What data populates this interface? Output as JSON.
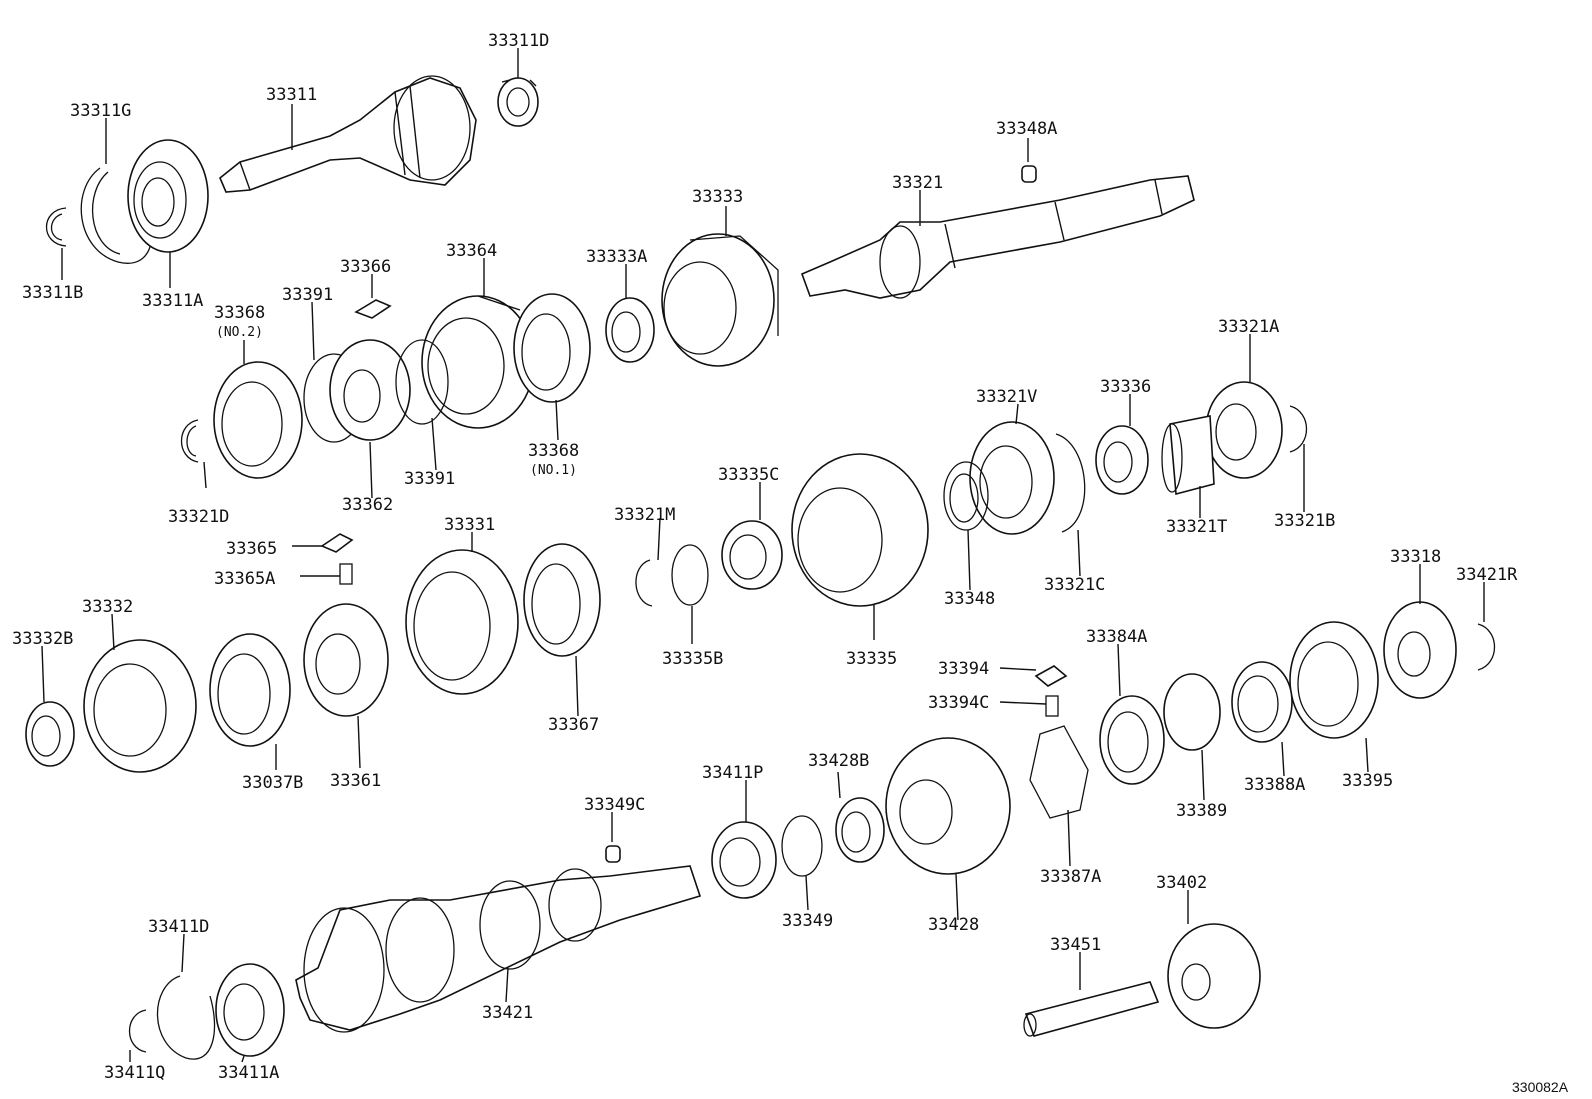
{
  "diagram": {
    "reference_code": "330082A",
    "labels": {
      "l33311D": "33311D",
      "l33311": "33311",
      "l33311G": "33311G",
      "l33311B": "33311B",
      "l33311A": "33311A",
      "l33348A": "33348A",
      "l33321": "33321",
      "l33333": "33333",
      "l33333A": "33333A",
      "l33364": "33364",
      "l33366": "33366",
      "l33368_2": "33368",
      "l33368_2n": "(NO.2)",
      "l33391a": "33391",
      "l33391b": "33391",
      "l33368_1": "33368",
      "l33368_1n": "(NO.1)",
      "l33362": "33362",
      "l33321D": "33321D",
      "l33321A": "33321A",
      "l33321V": "33321V",
      "l33336": "33336",
      "l33321T": "33321T",
      "l33321B": "33321B",
      "l33321C": "33321C",
      "l33348": "33348",
      "l33335C": "33335C",
      "l33335": "33335",
      "l33321M": "33321M",
      "l33335B": "33335B",
      "l33331": "33331",
      "l33365": "33365",
      "l33365A": "33365A",
      "l33367": "33367",
      "l33332": "33332",
      "l33332B": "33332B",
      "l33037B": "33037B",
      "l33361": "33361",
      "l33318": "33318",
      "l33421R": "33421R",
      "l33384A": "33384A",
      "l33394": "33394",
      "l33394C": "33394C",
      "l33395": "33395",
      "l33388A": "33388A",
      "l33389": "33389",
      "l33387A": "33387A",
      "l33428B": "33428B",
      "l33411P": "33411P",
      "l33349C": "33349C",
      "l33349": "33349",
      "l33428": "33428",
      "l33402": "33402",
      "l33451": "33451",
      "l33411D": "33411D",
      "l33421": "33421",
      "l33411Q": "33411Q",
      "l33411A": "33411A"
    }
  }
}
